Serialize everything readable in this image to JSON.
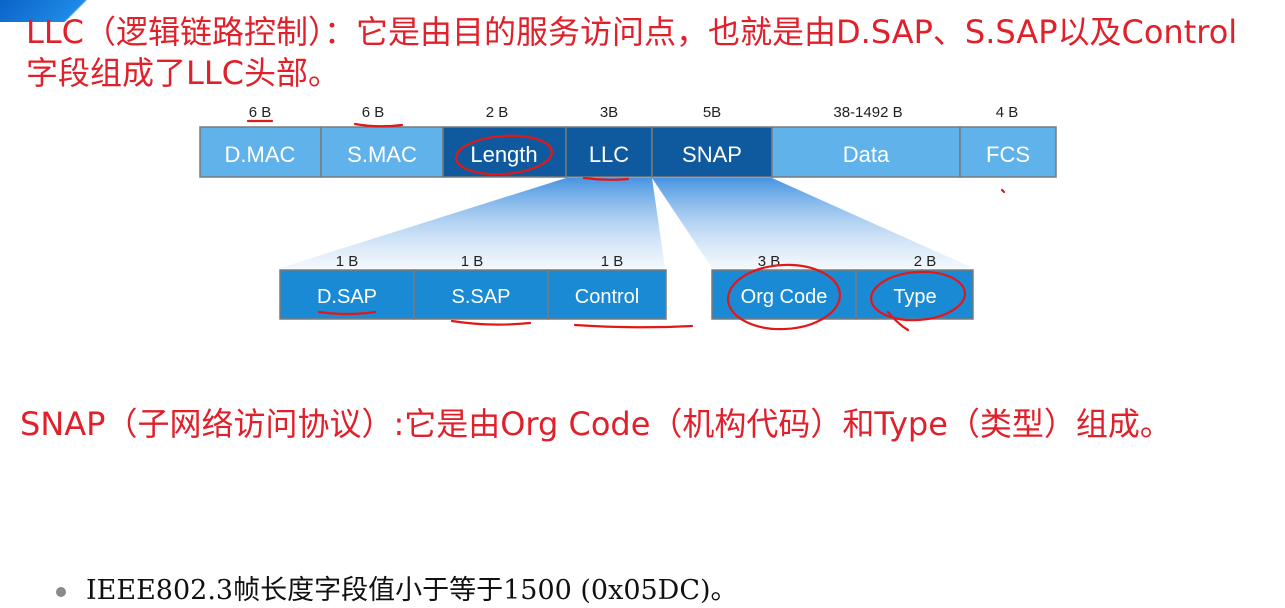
{
  "title_text": "LLC（逻辑链路控制）：它是由目的服务访问点，也就是由D.SAP、S.SAP以及Control字段组成了LLC头部。",
  "frame": {
    "fields": [
      {
        "label": "D.MAC",
        "size": "6 B"
      },
      {
        "label": "S.MAC",
        "size": "6 B"
      },
      {
        "label": "Length",
        "size": "2 B"
      },
      {
        "label": "LLC",
        "size": "3B"
      },
      {
        "label": "SNAP",
        "size": "5B"
      },
      {
        "label": "Data",
        "size": "38-1492 B"
      },
      {
        "label": "FCS",
        "size": "4 B"
      }
    ]
  },
  "llc_detail": {
    "fields": [
      {
        "label": "D.SAP",
        "size": "1 B"
      },
      {
        "label": "S.SAP",
        "size": "1 B"
      },
      {
        "label": "Control",
        "size": "1 B"
      }
    ]
  },
  "snap_detail": {
    "fields": [
      {
        "label": "Org Code",
        "size": "3 B"
      },
      {
        "label": "Type",
        "size": "2 B"
      }
    ]
  },
  "snap_text": "SNAP（子网络访问协议）:它是由Org Code（机构代码）和Type（类型）组成。",
  "bullet_text": "IEEE802.3帧长度字段值小于等于1500 (0x05DC)。",
  "colors": {
    "annotation_red": "#e0202a",
    "light_blue": "#5fb2ea",
    "dark_blue": "#0f5a9e",
    "mid_blue": "#1a8ad4"
  }
}
